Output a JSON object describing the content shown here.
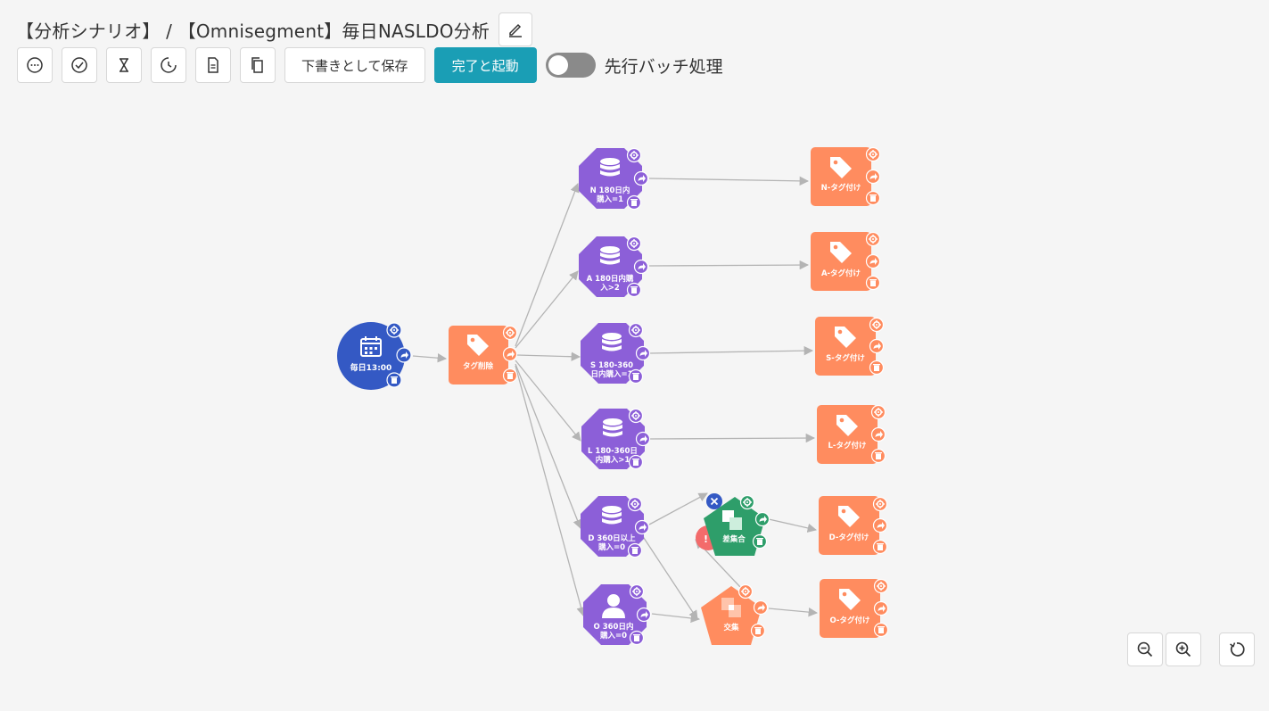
{
  "header": {
    "title": "【分析シナリオ】 / 【Omnisegment】毎日NASLDO分析"
  },
  "toolbar": {
    "icons": [
      "comment-icon",
      "check-circle-icon",
      "hourglass-icon",
      "history-icon",
      "document-icon",
      "copy-icon"
    ],
    "draft_label": "下書きとして保存",
    "launch_label": "完了と起動",
    "toggle_label": "先行バッチ処理",
    "toggle_on": false,
    "accent": "#1a9eb5"
  },
  "nodes": {
    "trigger": "毎日13:00",
    "tag_delete": "タグ削除",
    "n_seg": [
      "N 180日内",
      "購入=1"
    ],
    "a_seg": [
      "A 180日内購",
      "入>2"
    ],
    "s_seg": [
      "S 180-360",
      "日内購入=1"
    ],
    "l_seg": [
      "L 180-360日",
      "内購入>1"
    ],
    "d_seg": [
      "D 360日以上",
      "購入=0"
    ],
    "o_seg": [
      "O 360日内",
      "購入=0"
    ],
    "diff": "差集合",
    "intersect": "交集",
    "n_tag": "N-タグ付け",
    "a_tag": "A-タグ付け",
    "s_tag": "S-タグ付け",
    "l_tag": "L-タグ付け",
    "d_tag": "D-タグ付け",
    "o_tag": "O-タグ付け"
  },
  "colors": {
    "trigger": "#3459c4",
    "tag": "#ff8c5f",
    "segment": "#8c5fd8",
    "diff": "#2e9e6a",
    "edge": "#b4b4b4"
  },
  "zoom": [
    "zoom-out-icon",
    "zoom-in-icon",
    "reset-icon"
  ]
}
